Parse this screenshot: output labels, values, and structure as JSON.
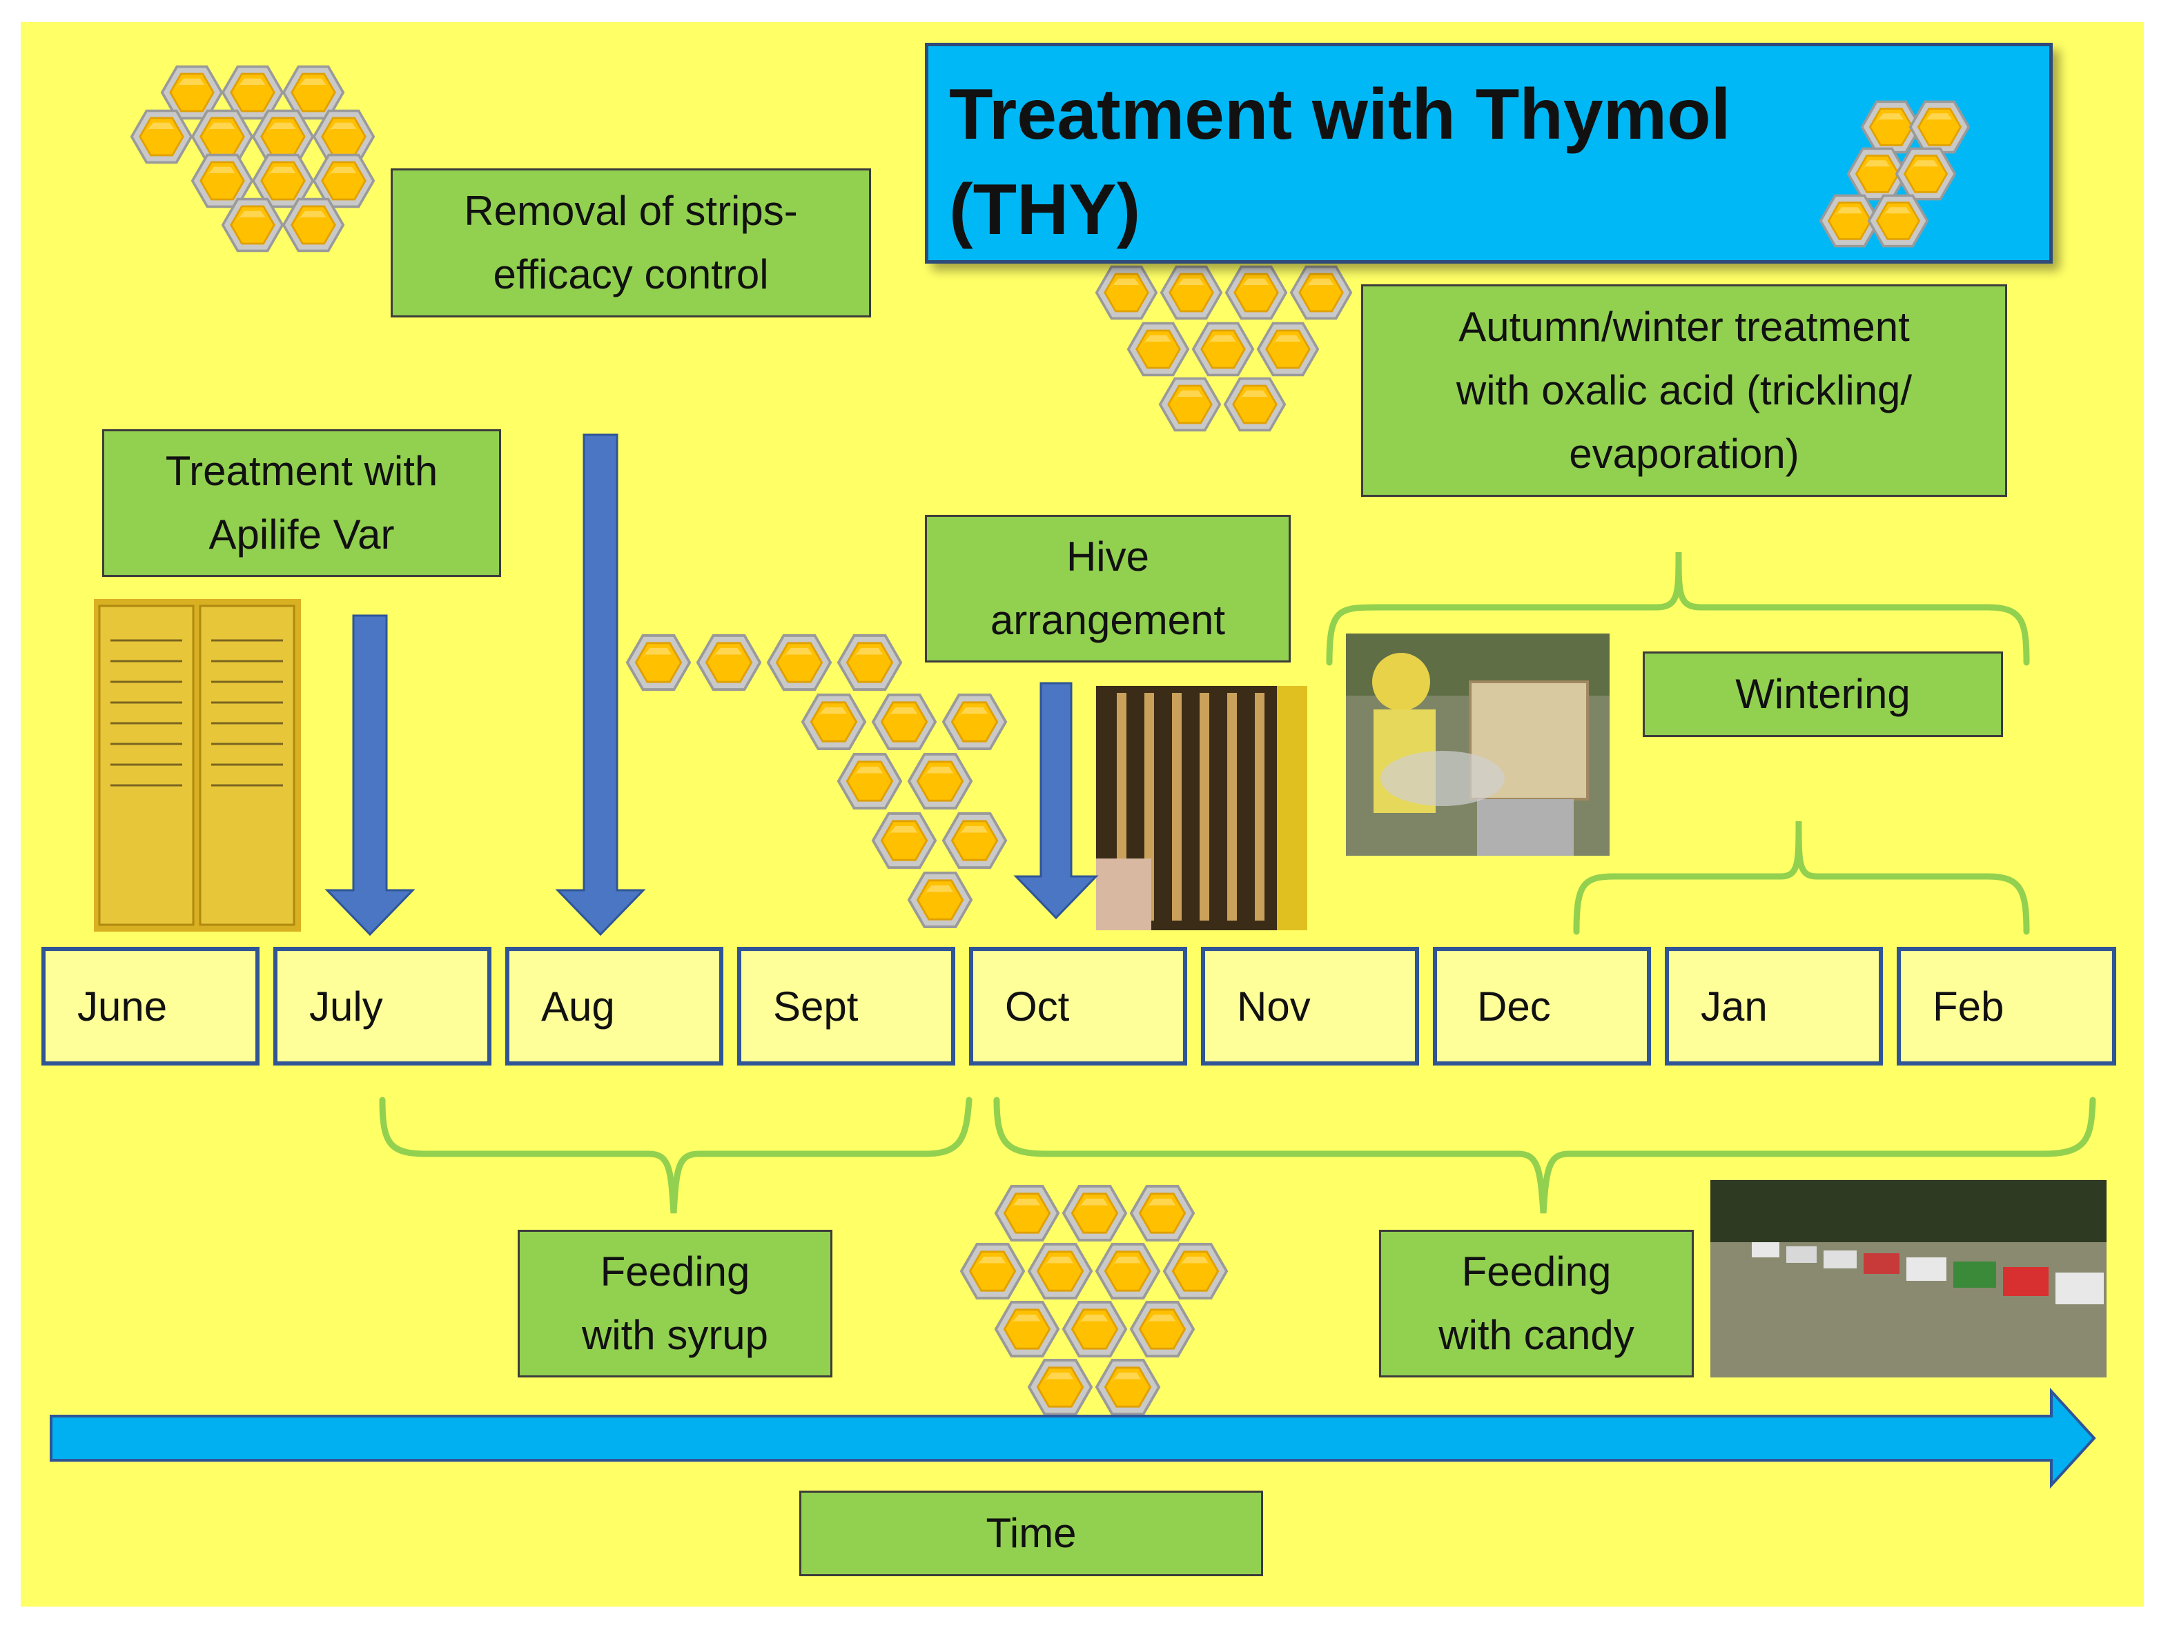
{
  "title": "Treatment with Thymol\n (THY)",
  "boxes": {
    "removal": "Removal of strips-\nefficacy control",
    "apilife": "Treatment with\nApilife Var",
    "oxalic": "Autumn/winter treatment\nwith oxalic acid (trickling/\nevaporation)",
    "hive": "Hive\narrangement",
    "wintering": "Wintering",
    "syrup": "Feeding\nwith syrup",
    "candy": "Feeding\nwith candy",
    "time": "Time"
  },
  "months": [
    "June",
    "July",
    "Aug",
    "Sept",
    "Oct",
    "Nov",
    "Dec",
    "Jan",
    "Feb"
  ],
  "colors": {
    "background": "#ffff66",
    "box_fill": "#92d050",
    "title_fill": "#00b8f5",
    "arrow": "#4a76c4",
    "brace": "#92d050",
    "honey_cell": "#ffc000"
  },
  "icons": [
    "honeycomb-icon",
    "down-arrow-icon",
    "time-arrow-icon",
    "brace-icon"
  ],
  "photos": [
    "apilife-var-sachets-photo",
    "hive-frames-photo",
    "beekeeper-oxalic-evaporation-photo",
    "apiary-hives-photo"
  ]
}
